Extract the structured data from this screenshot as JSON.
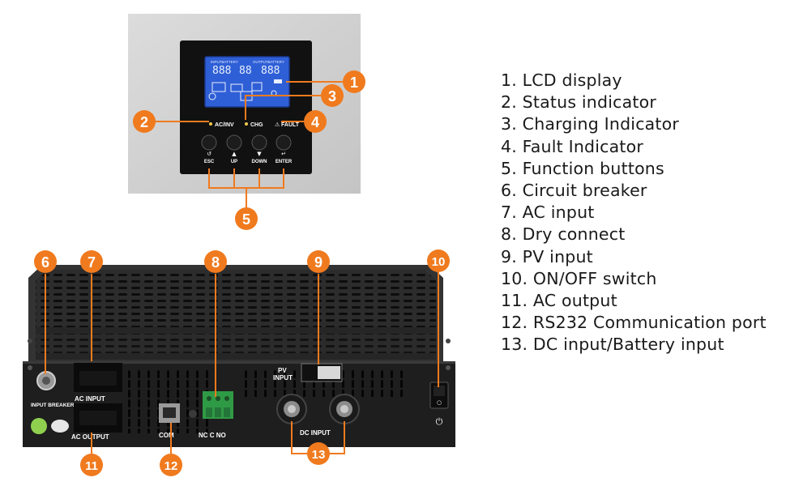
{
  "legend": [
    "1. LCD display",
    "2. Status indicator",
    "3. Charging Indicator",
    "4. Fault Indicator",
    "5. Function buttons",
    "6. Circuit breaker",
    "7. AC input",
    "8. Dry connect",
    "9. PV input",
    "10. ON/OFF switch",
    "11. AC output",
    "12. RS232 Communication port",
    "13. DC input/Battery input"
  ],
  "callouts": [
    "1",
    "2",
    "3",
    "4",
    "5",
    "6",
    "7",
    "8",
    "9",
    "10",
    "11",
    "12",
    "13"
  ],
  "panel": {
    "led_ac_inv": "AC/INV",
    "led_chg": "CHG",
    "led_fault": "FAULT",
    "btn_esc": "ESC",
    "btn_up": "UP",
    "btn_down": "DOWN",
    "btn_enter": "ENTER",
    "lcd_input": "INPUTBATTERY",
    "lcd_output": "OUTPUTBATTERY",
    "lcd_digits_left": "888",
    "lcd_digits_mid": "88",
    "lcd_digits_right": "888"
  },
  "rear": {
    "input_breaker": "INPUT  BREAKER",
    "ac_input": "AC  INPUT",
    "ac_output": "AC  OUTPUT",
    "com": "COM",
    "nc_c_no": "NC  C  NO",
    "pv_input_1": "PV",
    "pv_input_2": "INPUT",
    "dc_input": "DC  INPUT"
  },
  "colors": {
    "callout": "#f07a1e",
    "lcd": "#2f5fd6",
    "casing": "#2a2a2a",
    "green_terminal": "#2f9a45"
  }
}
